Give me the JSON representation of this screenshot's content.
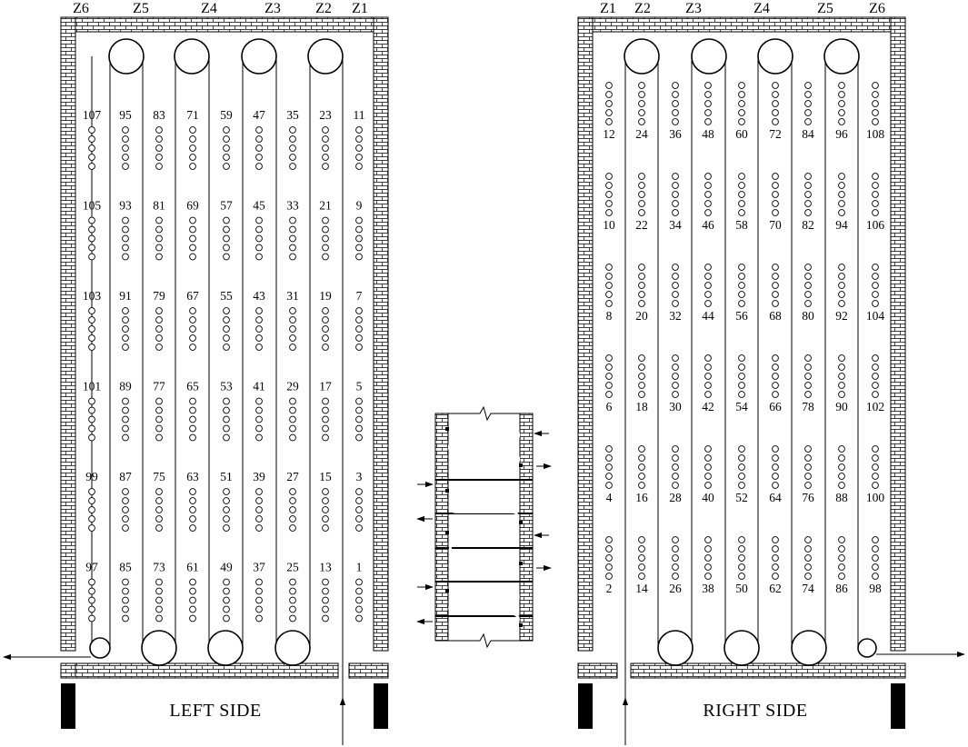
{
  "left": {
    "caption": "LEFT SIDE",
    "zones": [
      "Z6",
      "Z5",
      "Z4",
      "Z3",
      "Z2",
      "Z1"
    ],
    "rows": [
      [
        107,
        95,
        83,
        71,
        59,
        47,
        35,
        23,
        11
      ],
      [
        105,
        93,
        81,
        69,
        57,
        45,
        33,
        21,
        9
      ],
      [
        103,
        91,
        79,
        67,
        55,
        43,
        31,
        19,
        7
      ],
      [
        101,
        89,
        77,
        65,
        53,
        41,
        29,
        17,
        5
      ],
      [
        99,
        87,
        75,
        63,
        51,
        39,
        27,
        15,
        3
      ],
      [
        97,
        85,
        73,
        61,
        49,
        37,
        25,
        13,
        1
      ]
    ]
  },
  "right": {
    "caption": "RIGHT SIDE",
    "zones": [
      "Z1",
      "Z2",
      "Z3",
      "Z4",
      "Z5",
      "Z6"
    ],
    "rows": [
      [
        12,
        24,
        36,
        48,
        60,
        72,
        84,
        96,
        108
      ],
      [
        10,
        22,
        34,
        46,
        58,
        70,
        82,
        94,
        106
      ],
      [
        8,
        20,
        32,
        44,
        56,
        68,
        80,
        92,
        104
      ],
      [
        6,
        18,
        30,
        42,
        54,
        66,
        78,
        90,
        102
      ],
      [
        4,
        16,
        28,
        40,
        52,
        64,
        76,
        88,
        100
      ],
      [
        2,
        14,
        26,
        38,
        50,
        62,
        74,
        86,
        98
      ]
    ]
  }
}
